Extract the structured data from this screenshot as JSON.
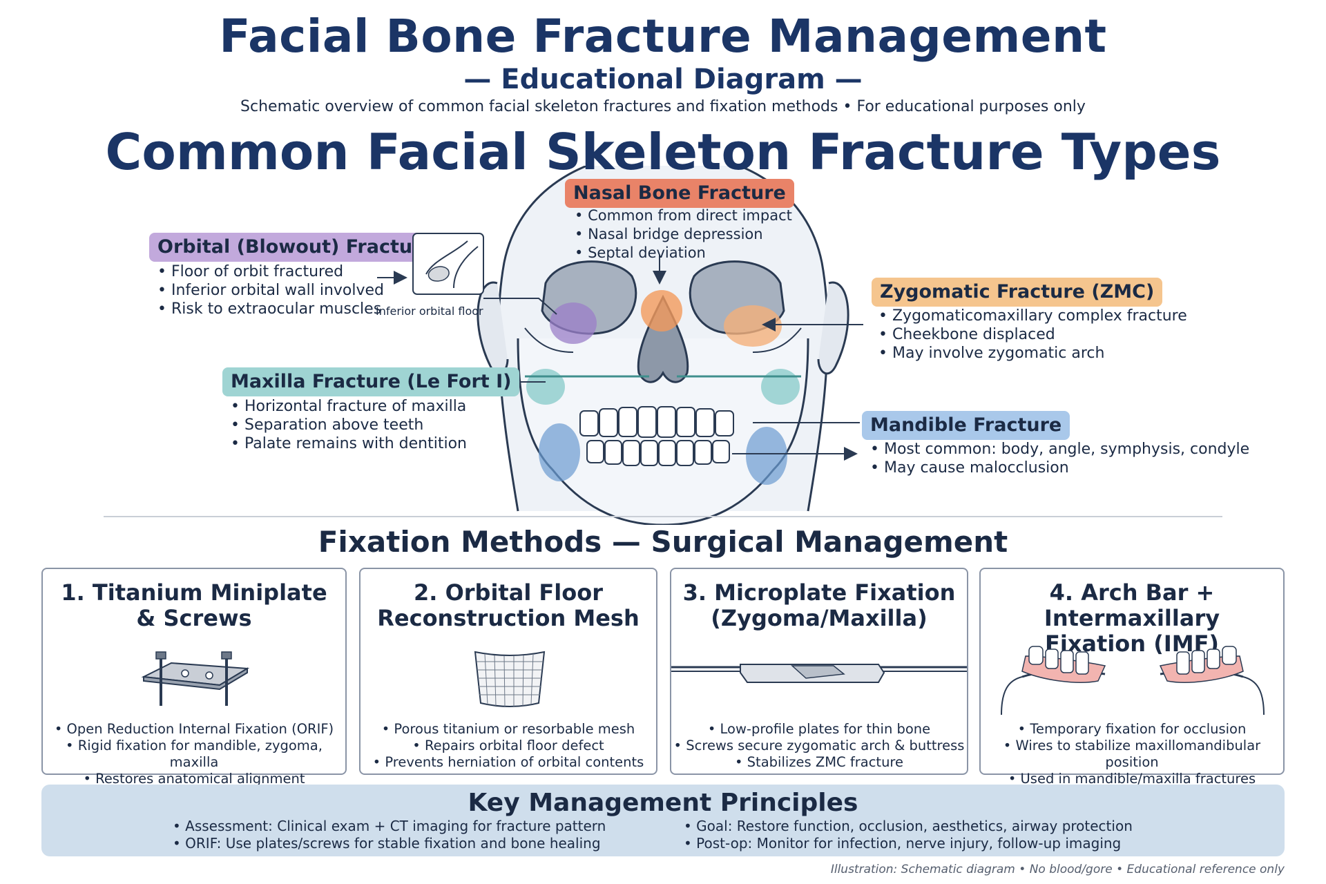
{
  "header": {
    "title": "Facial Bone Fracture Management",
    "subtitle": "— Educational Diagram —",
    "caption": "Schematic overview of common facial skeleton fractures and fixation methods • For educational purposes only",
    "section_title": "Common Facial Skeleton Fracture Types"
  },
  "fractures": {
    "nasal": {
      "label": "Nasal Bone Fracture",
      "color": "#e98368",
      "points": [
        "Common from direct impact",
        "Nasal bridge depression",
        "Septal deviation"
      ]
    },
    "orbital": {
      "label": "Orbital (Blowout) Fracture",
      "color": "#c2a9dc",
      "points": [
        "Floor of orbit fractured",
        "Inferior orbital wall involved",
        "Risk to extraocular muscles"
      ],
      "inset_label": "Inferior orbital floor"
    },
    "zygomatic": {
      "label": "Zygomatic Fracture (ZMC)",
      "color": "#f5c58e",
      "points": [
        "Zygomaticomaxillary complex fracture",
        "Cheekbone displaced",
        "May involve zygomatic arch"
      ]
    },
    "maxilla": {
      "label": "Maxilla Fracture (Le Fort I)",
      "color": "#9fd4d3",
      "points": [
        "Horizontal fracture of maxilla",
        "Separation above teeth",
        "Palate remains with dentition"
      ]
    },
    "mandible": {
      "label": "Mandible Fracture",
      "color": "#a9c8ea",
      "points": [
        "Most common: body, angle, symphysis, condyle",
        "May cause malocclusion"
      ]
    }
  },
  "fixation": {
    "title": "Fixation Methods — Surgical Management",
    "cards": [
      {
        "title_line1": "1. Titanium Miniplate",
        "title_line2": "& Screws",
        "icon": "miniplate-screws-icon",
        "points": [
          "Open Reduction Internal Fixation (ORIF)",
          "Rigid fixation for mandible, zygoma, maxilla",
          "Restores anatomical alignment"
        ]
      },
      {
        "title_line1": "2. Orbital Floor",
        "title_line2": "Reconstruction Mesh",
        "icon": "mesh-icon",
        "points": [
          "Porous titanium or resorbable mesh",
          "Repairs orbital floor defect",
          "Prevents herniation of orbital contents"
        ]
      },
      {
        "title_line1": "3. Microplate Fixation",
        "title_line2": "(Zygoma/Maxilla)",
        "icon": "microplate-icon",
        "points": [
          "Low-profile plates for thin bone",
          "Screws secure zygomatic arch & buttress",
          "Stabilizes ZMC fracture"
        ]
      },
      {
        "title_line1": "4. Arch Bar + Intermaxillary",
        "title_line2": "Fixation (IMF)",
        "icon": "arch-bar-icon",
        "points": [
          "Temporary fixation for occlusion",
          "Wires to stabilize maxillomandibular position",
          "Used in mandible/maxilla fractures"
        ]
      }
    ]
  },
  "principles": {
    "title": "Key Management Principles",
    "left": [
      "Assessment: Clinical exam + CT imaging for fracture pattern",
      "ORIF: Use plates/screws for stable fixation and bone healing"
    ],
    "right": [
      "Goal: Restore function, occlusion, aesthetics, airway protection",
      "Post-op: Monitor for infection, nerve injury, follow-up imaging"
    ]
  },
  "footer": "Illustration: Schematic diagram • No blood/gore • Educational reference only"
}
